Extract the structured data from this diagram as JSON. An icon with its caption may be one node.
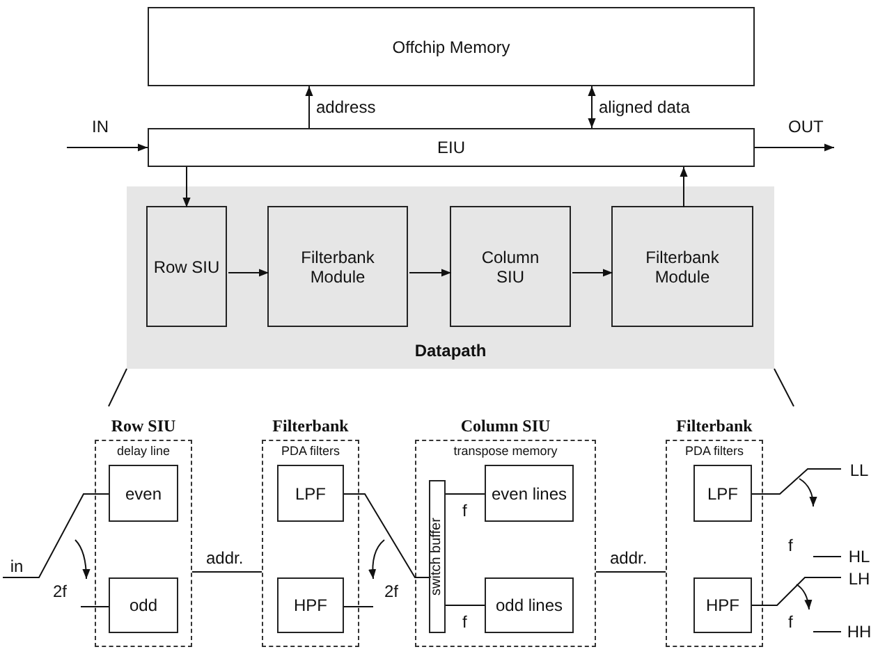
{
  "diagram": {
    "nodes": [
      {
        "text": [
          "Offchip Memory"
        ]
      },
      {
        "text": [
          "EIU"
        ]
      },
      {
        "text": [
          "Datapath"
        ]
      },
      {
        "text": [
          "Row SIU"
        ],
        "in": 2
      },
      {
        "text": [
          "Filterbank Module"
        ],
        "in": 2
      },
      {
        "text": [
          "Column SIU"
        ],
        "in": 2
      },
      {
        "text": [
          "Filterbank Module"
        ],
        "in": 2
      },
      {
        "text": [
          "in"
        ]
      },
      {
        "text": [
          "Row SIU",
          "delay line"
        ]
      },
      {
        "text": [
          "even"
        ],
        "in": 8
      },
      {
        "text": [
          "odd"
        ],
        "in": 8
      },
      {
        "text": [
          "Filterbank",
          "PDA filters"
        ]
      },
      {
        "text": [
          "LPF"
        ],
        "in": 11
      },
      {
        "text": [
          "HPF"
        ],
        "in": 11
      },
      {
        "text": [
          "Column SIU",
          "transpose memory"
        ]
      },
      {
        "text": [
          "switch buffer"
        ],
        "in": 14
      },
      {
        "text": [
          "even lines"
        ],
        "in": 14
      },
      {
        "text": [
          "odd lines"
        ],
        "in": 14
      },
      {
        "text": [
          "Filterbank",
          "PDA filters"
        ]
      },
      {
        "text": [
          "LPF"
        ],
        "in": 18
      },
      {
        "text": [
          "HPF"
        ],
        "in": 18
      },
      {
        "text": [
          "LL"
        ]
      },
      {
        "text": [
          "LH"
        ]
      },
      {
        "text": [
          "HL"
        ]
      },
      {
        "text": [
          "HH"
        ]
      }
    ],
    "edges": [
      {
        "from": null,
        "to": 1,
        "arrow": "to",
        "label": "IN"
      },
      {
        "from": 1,
        "to": null,
        "arrow": "to",
        "label": "OUT"
      },
      {
        "from": 1,
        "to": 0,
        "arrow": "to",
        "label": "address"
      },
      {
        "from": 1,
        "to": 0,
        "arrow": "both",
        "label": "aligned data"
      },
      {
        "from": 1,
        "to": 3,
        "arrow": "to"
      },
      {
        "from": 3,
        "to": 4,
        "arrow": "to"
      },
      {
        "from": 4,
        "to": 5,
        "arrow": "to"
      },
      {
        "from": 5,
        "to": 6,
        "arrow": "to"
      },
      {
        "from": 6,
        "to": 1,
        "arrow": "to"
      },
      {
        "from": 7,
        "to": 9,
        "arrow": "none"
      },
      {
        "from": 8,
        "to": 11,
        "arrow": "none",
        "label": "addr."
      },
      {
        "from": 12,
        "to": 15,
        "arrow": "none"
      },
      {
        "from": 15,
        "to": 16,
        "arrow": "none",
        "label": "f"
      },
      {
        "from": 15,
        "to": 17,
        "arrow": "none",
        "label": "f"
      },
      {
        "from": 14,
        "to": 18,
        "arrow": "none",
        "label": "addr."
      },
      {
        "from": 19,
        "to": 21,
        "arrow": "none"
      },
      {
        "from": 20,
        "to": 22,
        "arrow": "none"
      },
      {
        "from": null,
        "to": 23,
        "arrow": "none"
      },
      {
        "from": null,
        "to": 24,
        "arrow": "none"
      },
      {
        "from": null,
        "to": 10,
        "arrow": "none"
      },
      {
        "from": 13,
        "to": null,
        "arrow": "none"
      }
    ],
    "labels": [
      "f",
      "2f",
      "2f",
      "f"
    ]
  }
}
